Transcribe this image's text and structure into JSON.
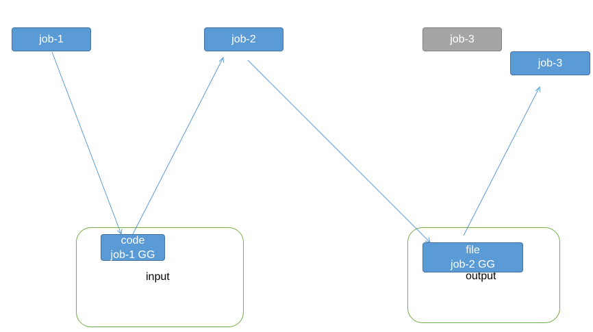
{
  "jobs": {
    "job1": "job-1",
    "job2": "job-2",
    "job3_gray": "job-3",
    "job3": "job-3"
  },
  "containers": {
    "input": {
      "label": "input",
      "box_line1": "code",
      "box_line2": "job-1 GG"
    },
    "output": {
      "label": "output",
      "box_line1": "file",
      "box_line2": "job-2 GG"
    }
  },
  "colors": {
    "job_fill": "#5b9bd5",
    "job_border": "#41719c",
    "gray_fill": "#a5a5a5",
    "container_border": "#70ad47",
    "arrow": "#5b9bd5"
  }
}
